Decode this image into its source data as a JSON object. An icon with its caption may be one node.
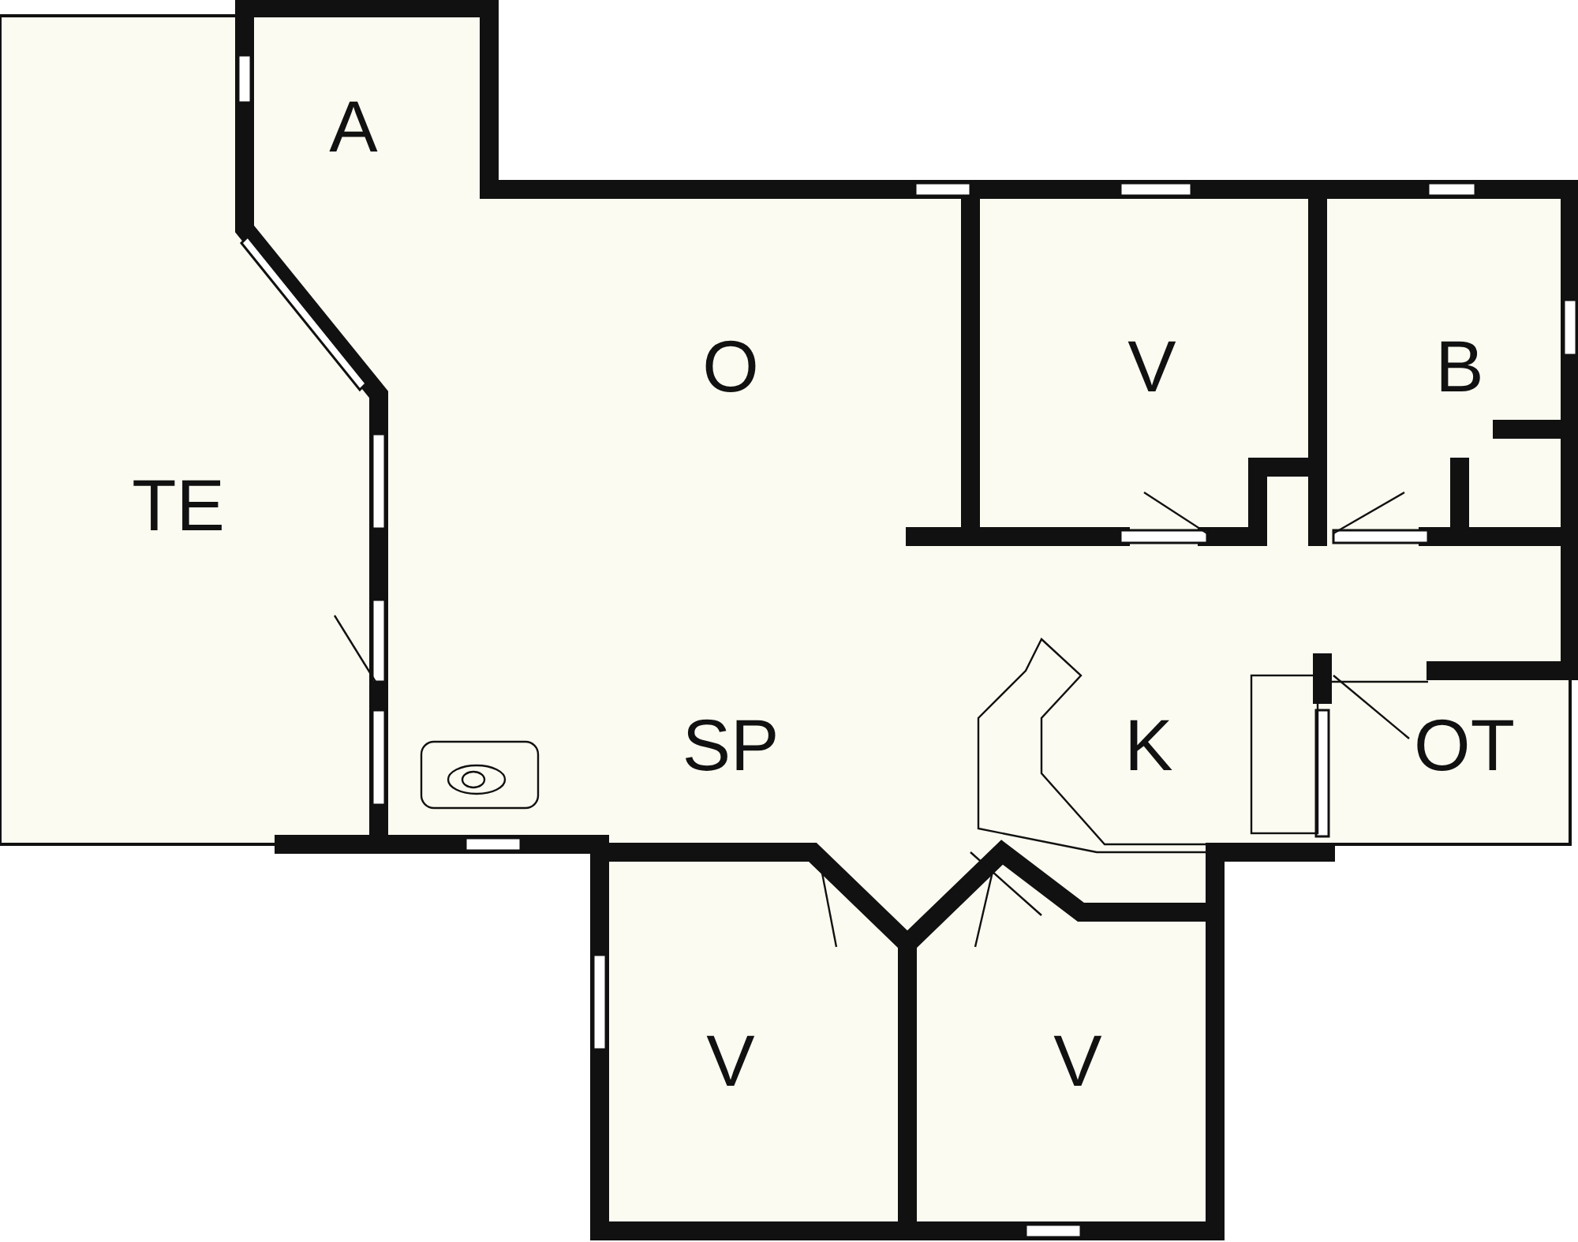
{
  "diagram": {
    "labels": [
      "A",
      "O",
      "V",
      "B",
      "TE",
      "SP",
      "K",
      "OT",
      "V",
      "V"
    ]
  }
}
